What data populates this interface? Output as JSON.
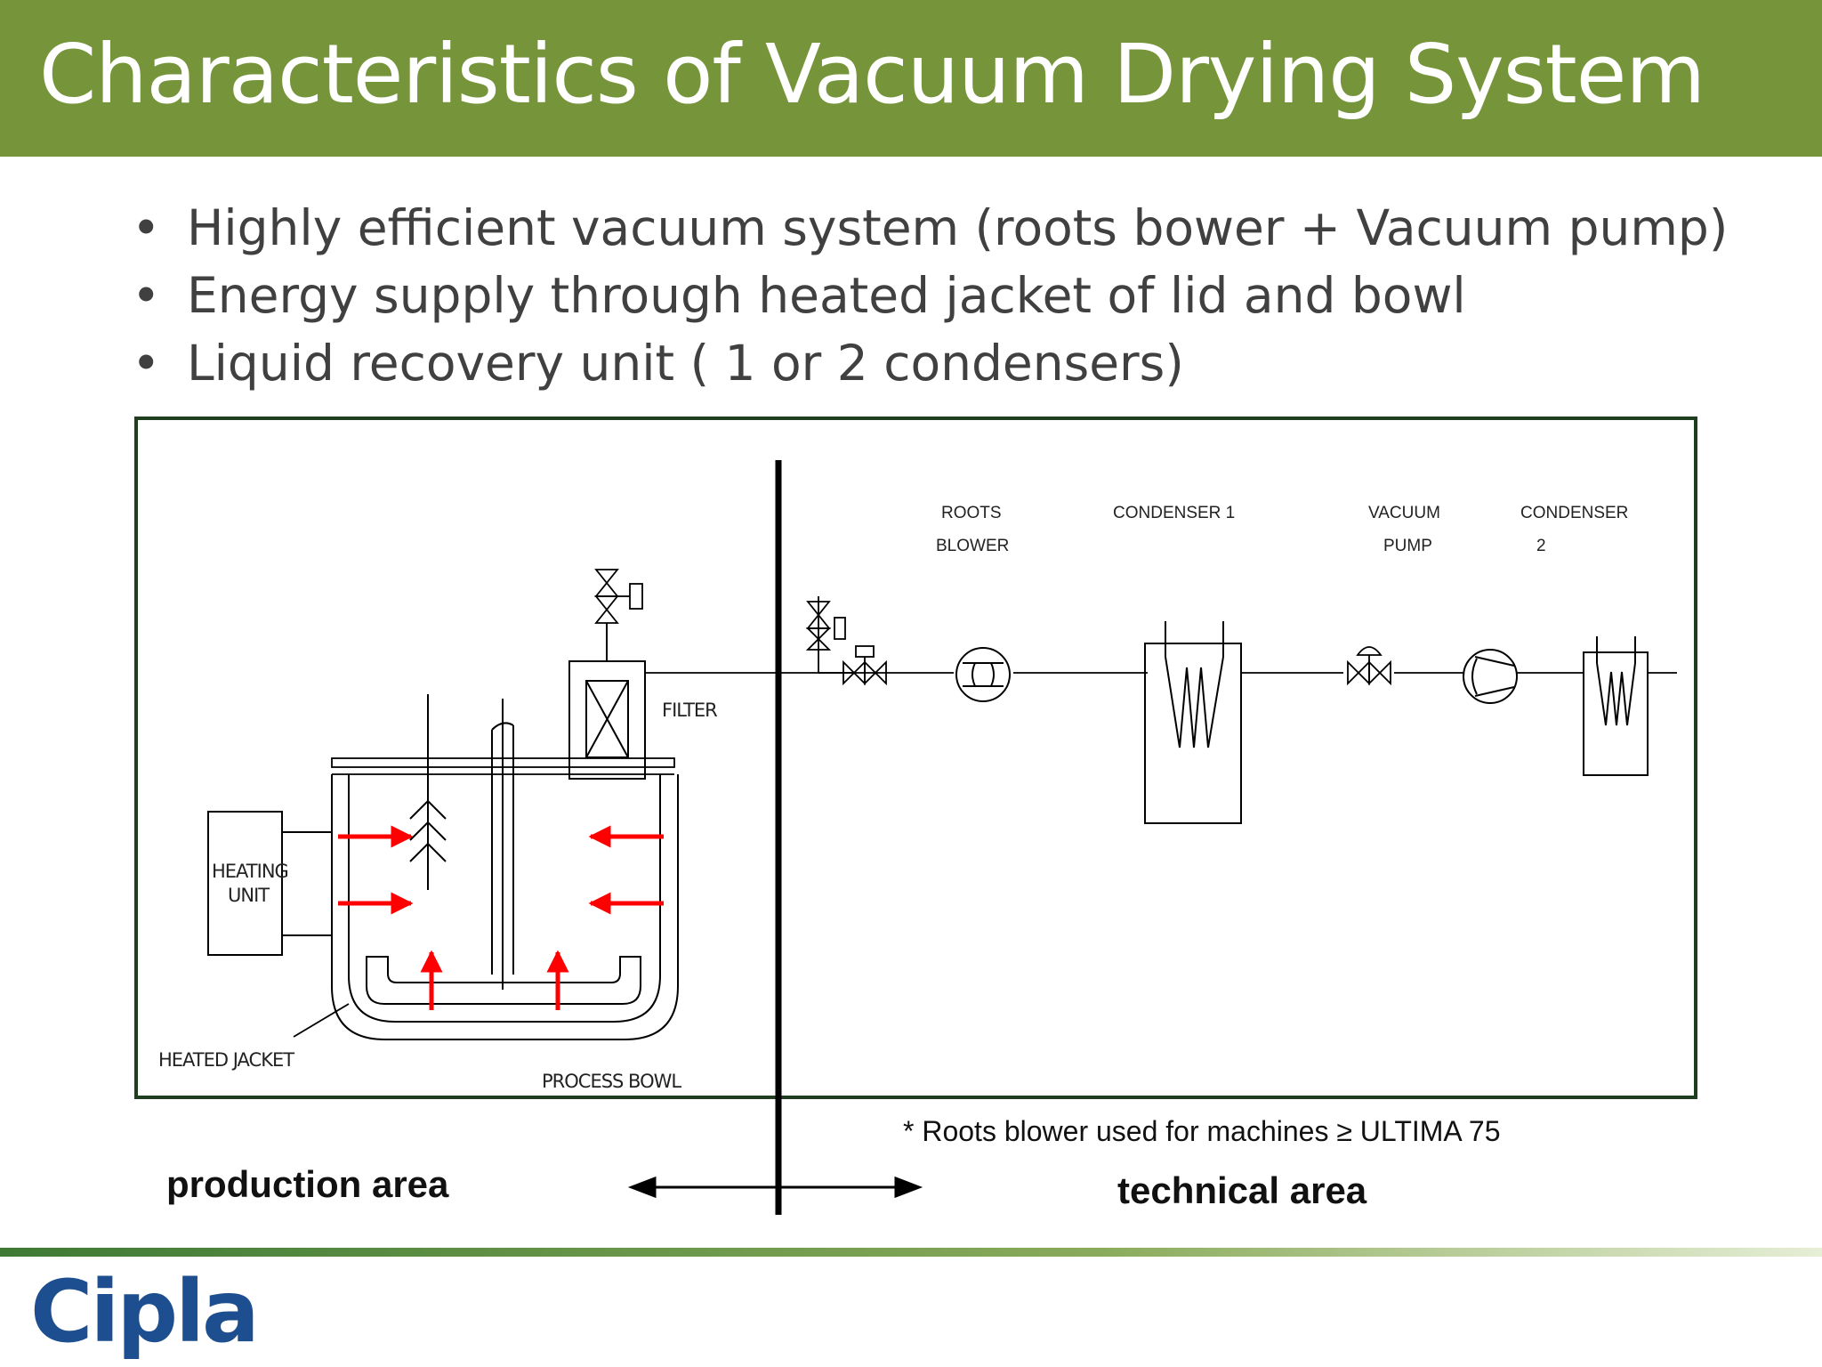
{
  "title": "Characteristics of Vacuum Drying System",
  "bullets": [
    "Highly efficient vacuum system (roots bower + Vacuum pump)",
    "Energy supply through heated jacket of lid and bowl",
    "Liquid recovery unit ( 1 or 2 condensers)"
  ],
  "diagram": {
    "labels": {
      "roots_blower_1": "ROOTS",
      "roots_blower_2": "BLOWER",
      "condenser1": "CONDENSER 1",
      "vacuum_pump_1": "VACUUM",
      "vacuum_pump_2": "PUMP",
      "condenser2_1": "CONDENSER",
      "condenser2_2": "2",
      "filter": "FILTER",
      "heating_unit_1": "HEATING",
      "heating_unit_2": "UNIT",
      "heated_jacket": "HEATED  JACKET",
      "process_bowl": "PROCESS  BOWL"
    },
    "note": "* Roots blower used for machines ≥ ULTIMA 75",
    "production_area": "production area",
    "technical_area": "technical area",
    "arrow_color": "#ff0000",
    "frame_color": "#1f3d1f"
  },
  "logo": "Cipla",
  "colors": {
    "title_bar": "#76953b",
    "logo": "#1d4e8f"
  }
}
